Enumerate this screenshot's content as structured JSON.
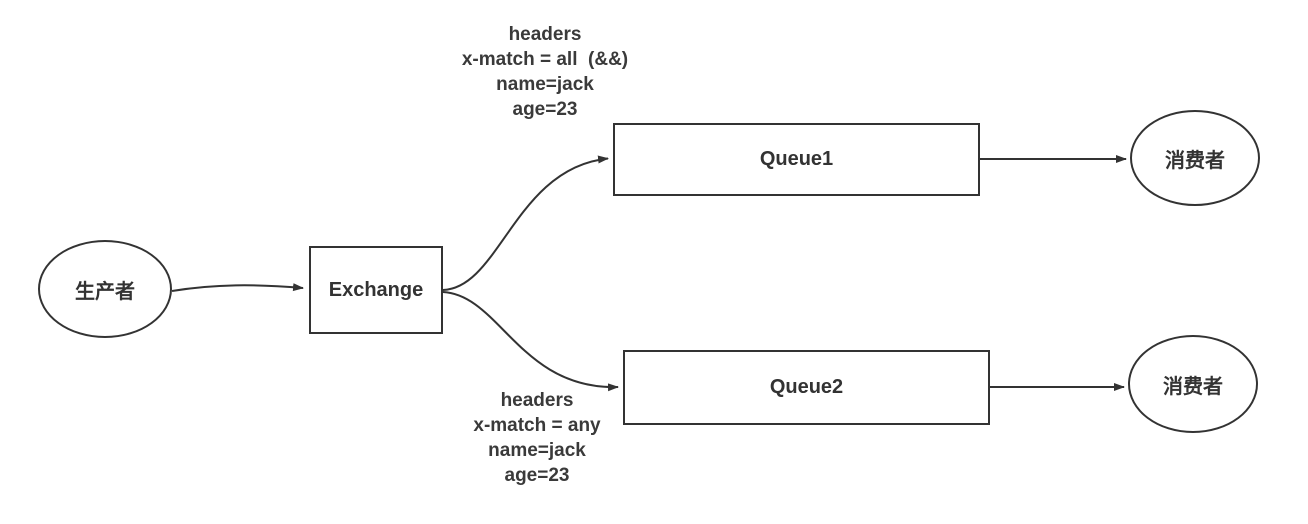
{
  "diagram": {
    "nodes": {
      "producer": {
        "label": "生产者",
        "shape": "ellipse"
      },
      "exchange": {
        "label": "Exchange",
        "shape": "rect"
      },
      "queue1": {
        "label": "Queue1",
        "shape": "rect"
      },
      "queue2": {
        "label": "Queue2",
        "shape": "rect"
      },
      "consumer1": {
        "label": "消费者",
        "shape": "ellipse"
      },
      "consumer2": {
        "label": "消费者",
        "shape": "ellipse"
      }
    },
    "binding_labels": {
      "all_match": {
        "lines": [
          "headers",
          "x-match = all  (&&)",
          "name=jack",
          "age=23"
        ]
      },
      "any_match": {
        "lines": [
          "headers",
          "x-match = any",
          "name=jack",
          "age=23"
        ]
      }
    },
    "edges": [
      {
        "from": "producer",
        "to": "exchange"
      },
      {
        "from": "exchange",
        "to": "queue1"
      },
      {
        "from": "exchange",
        "to": "queue2"
      },
      {
        "from": "queue1",
        "to": "consumer1"
      },
      {
        "from": "queue2",
        "to": "consumer2"
      }
    ],
    "colors": {
      "stroke": "#333333",
      "text": "#333333",
      "background": "#ffffff"
    }
  }
}
